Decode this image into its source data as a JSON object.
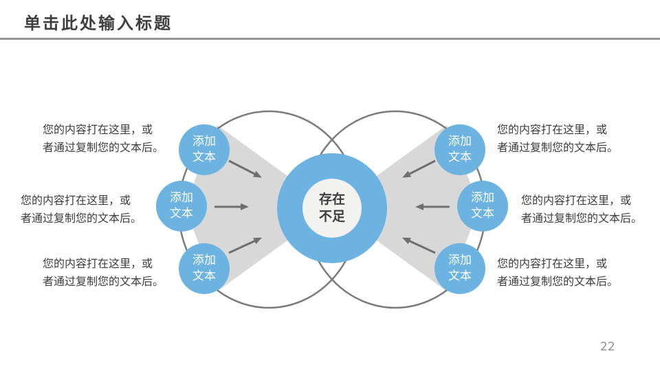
{
  "slide": {
    "title": "单击此处输入标题",
    "page_number": "22"
  },
  "colors": {
    "accent_blue": "#6cb3e1",
    "funnel_gray": "#d8d8d8",
    "ring_outline_gray": "#7b7b7b",
    "arrow_gray": "#6f6f6f",
    "title_text": "#3e3e3e",
    "body_text": "#3c3c3c",
    "center_inner_fill": "#f2f2f0",
    "title_rule": "#979797",
    "page_number_gray": "#8f8f8f"
  },
  "diagram": {
    "center_circle": {
      "line1": "存在",
      "line2": "不足"
    },
    "nodes": [
      {
        "label_line1": "添加",
        "label_line2": "文本",
        "desc_line1": "您的内容打在这里，或",
        "desc_line2": "者通过复制您的文本后。"
      },
      {
        "label_line1": "添加",
        "label_line2": "文本",
        "desc_line1": "您的内容打在这里，或",
        "desc_line2": "者通过复制您的文本后。"
      },
      {
        "label_line1": "添加",
        "label_line2": "文本",
        "desc_line1": "您的内容打在这里，或",
        "desc_line2": "者通过复制您的文本后。"
      },
      {
        "label_line1": "添加",
        "label_line2": "文本",
        "desc_line1": "您的内容打在这里，或",
        "desc_line2": "者通过复制您的文本后。"
      },
      {
        "label_line1": "添加",
        "label_line2": "文本",
        "desc_line1": "您的内容打在这里，或",
        "desc_line2": "者通过复制您的文本后。"
      },
      {
        "label_line1": "添加",
        "label_line2": "文本",
        "desc_line1": "您的内容打在这里，或",
        "desc_line2": "者通过复制您的文本后。"
      }
    ]
  }
}
